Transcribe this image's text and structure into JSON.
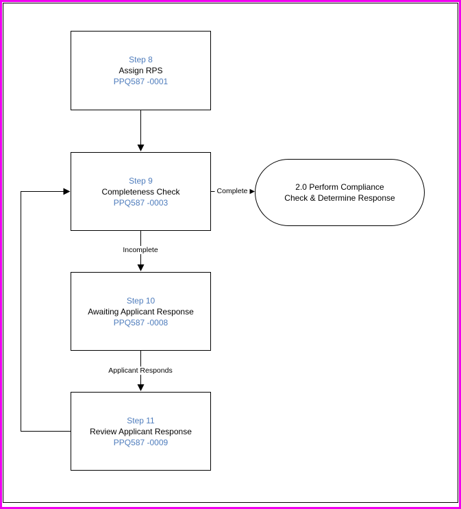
{
  "diagram": {
    "nodes": {
      "step8": {
        "step": "Step 8",
        "title": "Assign RPS",
        "code": "PPQ587 -0001"
      },
      "step9": {
        "step": "Step 9",
        "title": "Completeness Check",
        "code": "PPQ587 -0003"
      },
      "step10": {
        "step": "Step 10",
        "title": "Awaiting Applicant Response",
        "code": "PPQ587 -0008"
      },
      "step11": {
        "step": "Step 11",
        "title": "Review Applicant Response",
        "code": "PPQ587 -0009"
      },
      "process": {
        "title_line1": "2.0 Perform Compliance",
        "title_line2": "Check & Determine Response"
      }
    },
    "edge_labels": {
      "complete": "Complete",
      "incomplete": "Incomplete",
      "applicant_responds": "Applicant Responds"
    },
    "colors": {
      "frame": "#f000f0",
      "node_border": "#000000",
      "step_text": "#4e7cbc",
      "body_text": "#000000"
    }
  }
}
